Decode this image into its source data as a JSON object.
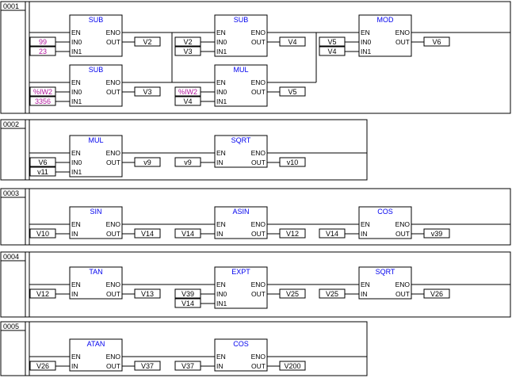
{
  "networks": [
    {
      "number": "0001",
      "blocks": [
        {
          "name": "SUB",
          "pins": {
            "en": "EN",
            "eno": "ENO",
            "in0": "IN0",
            "in1": "IN1",
            "out": "OUT"
          },
          "in0": "99",
          "in1": "23",
          "out": "V2",
          "in0_const": true,
          "in1_const": true
        },
        {
          "name": "SUB",
          "pins": {
            "en": "EN",
            "eno": "ENO",
            "in0": "IN0",
            "in1": "IN1",
            "out": "OUT"
          },
          "in0": "V2",
          "in1": "V3",
          "out": "V4"
        },
        {
          "name": "MOD",
          "pins": {
            "en": "EN",
            "eno": "ENO",
            "in0": "IN0",
            "in1": "IN1",
            "out": "OUT"
          },
          "in0": "V5",
          "in1": "V4",
          "out": "V6"
        },
        {
          "name": "SUB",
          "pins": {
            "en": "EN",
            "eno": "ENO",
            "in0": "IN0",
            "in1": "IN1",
            "out": "OUT"
          },
          "in0": "%IW2",
          "in1": "3356",
          "out": "V3",
          "in0_const": true,
          "in1_const": true
        },
        {
          "name": "MUL",
          "pins": {
            "en": "EN",
            "eno": "ENO",
            "in0": "IN0",
            "in1": "IN1",
            "out": "OUT"
          },
          "in0": "%IW2",
          "in1": "V4",
          "out": "V5",
          "in0_const": true
        }
      ]
    },
    {
      "number": "0002",
      "blocks": [
        {
          "name": "MUL",
          "pins": {
            "en": "EN",
            "eno": "ENO",
            "in0": "IN0",
            "in1": "IN1",
            "out": "OUT"
          },
          "in0": "V6",
          "in1": "v11",
          "out": "v9"
        },
        {
          "name": "SQRT",
          "pins": {
            "en": "EN",
            "eno": "ENO",
            "in0": "IN",
            "out": "OUT"
          },
          "in0": "v9",
          "out": "v10"
        }
      ]
    },
    {
      "number": "0003",
      "blocks": [
        {
          "name": "SIN",
          "pins": {
            "en": "EN",
            "eno": "ENO",
            "in0": "IN",
            "out": "OUT"
          },
          "in0": "V10",
          "out": "V14"
        },
        {
          "name": "ASIN",
          "pins": {
            "en": "EN",
            "eno": "ENO",
            "in0": "IN",
            "out": "OUT"
          },
          "in0": "V14",
          "out": "V12"
        },
        {
          "name": "COS",
          "pins": {
            "en": "EN",
            "eno": "ENO",
            "in0": "IN",
            "out": "OUT"
          },
          "in0": "V14",
          "out": "v39"
        }
      ]
    },
    {
      "number": "0004",
      "blocks": [
        {
          "name": "TAN",
          "pins": {
            "en": "EN",
            "eno": "ENO",
            "in0": "IN",
            "out": "OUT"
          },
          "in0": "V12",
          "out": "V13"
        },
        {
          "name": "EXPT",
          "pins": {
            "en": "EN",
            "eno": "ENO",
            "in0": "IN0",
            "in1": "IN1",
            "out": "OUT"
          },
          "in0": "V39",
          "in1": "V14",
          "out": "V25"
        },
        {
          "name": "SQRT",
          "pins": {
            "en": "EN",
            "eno": "ENO",
            "in0": "IN",
            "out": "OUT"
          },
          "in0": "V25",
          "out": "V26"
        }
      ]
    },
    {
      "number": "0005",
      "blocks": [
        {
          "name": "ATAN",
          "pins": {
            "en": "EN",
            "eno": "ENO",
            "in0": "IN",
            "out": "OUT"
          },
          "in0": "V26",
          "out": "V37"
        },
        {
          "name": "COS",
          "pins": {
            "en": "EN",
            "eno": "ENO",
            "in0": "IN",
            "out": "OUT"
          },
          "in0": "V37",
          "out": "V200"
        }
      ]
    }
  ],
  "colors": {
    "block_title": "#0000ee",
    "constant": "#b1189c",
    "line": "#000000"
  }
}
